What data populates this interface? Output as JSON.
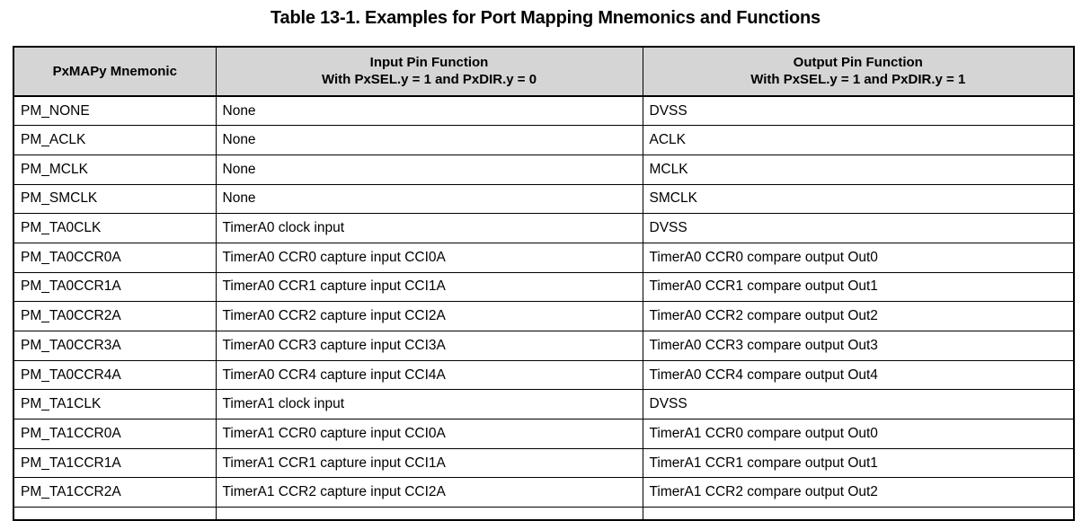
{
  "title": "Table 13-1. Examples for Port Mapping Mnemonics and Functions",
  "table": {
    "headers": {
      "mnemonic": {
        "line1": "PxMAPy Mnemonic",
        "line2": ""
      },
      "input": {
        "line1": "Input Pin Function",
        "line2": "With PxSEL.y = 1 and PxDIR.y = 0"
      },
      "output": {
        "line1": "Output Pin Function",
        "line2": "With PxSEL.y = 1 and PxDIR.y = 1"
      }
    },
    "header_background": "#d5d5d5",
    "border_color": "#000000",
    "rows": [
      {
        "mnemonic": "PM_NONE",
        "input": "None",
        "output": "DVSS"
      },
      {
        "mnemonic": "PM_ACLK",
        "input": "None",
        "output": "ACLK"
      },
      {
        "mnemonic": "PM_MCLK",
        "input": "None",
        "output": "MCLK"
      },
      {
        "mnemonic": "PM_SMCLK",
        "input": "None",
        "output": "SMCLK"
      },
      {
        "mnemonic": "PM_TA0CLK",
        "input": "TimerA0 clock input",
        "output": "DVSS"
      },
      {
        "mnemonic": "PM_TA0CCR0A",
        "input": "TimerA0 CCR0 capture input CCI0A",
        "output": "TimerA0 CCR0 compare output Out0"
      },
      {
        "mnemonic": "PM_TA0CCR1A",
        "input": "TimerA0 CCR1 capture input CCI1A",
        "output": "TimerA0 CCR1 compare output Out1"
      },
      {
        "mnemonic": "PM_TA0CCR2A",
        "input": "TimerA0 CCR2 capture input CCI2A",
        "output": "TimerA0 CCR2 compare output Out2"
      },
      {
        "mnemonic": "PM_TA0CCR3A",
        "input": "TimerA0 CCR3 capture input CCI3A",
        "output": "TimerA0 CCR3 compare output Out3"
      },
      {
        "mnemonic": "PM_TA0CCR4A",
        "input": "TimerA0 CCR4 capture input CCI4A",
        "output": "TimerA0 CCR4 compare output Out4"
      },
      {
        "mnemonic": "PM_TA1CLK",
        "input": "TimerA1 clock input",
        "output": "DVSS"
      },
      {
        "mnemonic": "PM_TA1CCR0A",
        "input": "TimerA1 CCR0 capture input CCI0A",
        "output": "TimerA1 CCR0 compare output Out0"
      },
      {
        "mnemonic": "PM_TA1CCR1A",
        "input": "TimerA1 CCR1 capture input CCI1A",
        "output": "TimerA1 CCR1 compare output Out1"
      },
      {
        "mnemonic": "PM_TA1CCR2A",
        "input": "TimerA1 CCR2 capture input CCI2A",
        "output": "TimerA1 CCR2 compare output Out2"
      },
      {
        "mnemonic": "",
        "input": "",
        "output": ""
      }
    ]
  }
}
